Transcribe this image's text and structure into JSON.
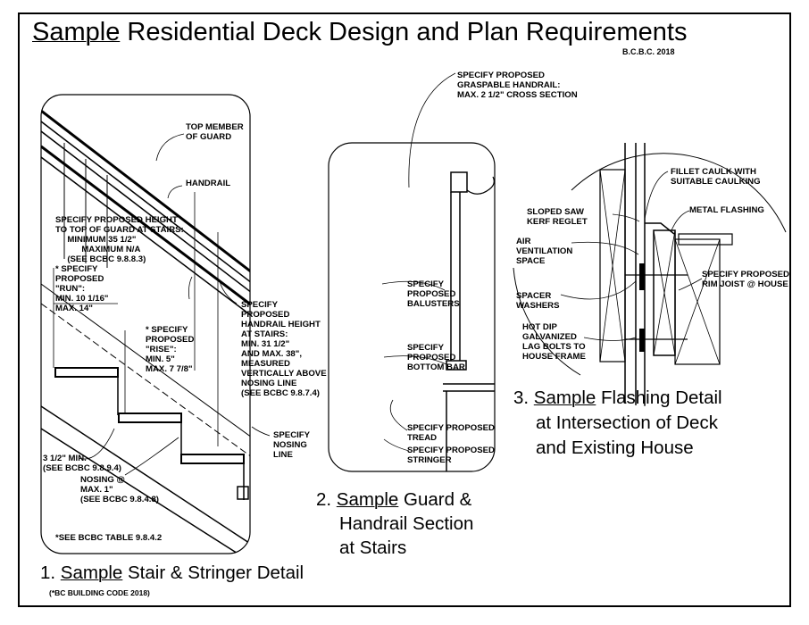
{
  "title": {
    "prefix": "Sample",
    "rest": " Residential Deck Design and Plan Requirements"
  },
  "code_ref": "B.C.B.C. 2018",
  "detail1": {
    "labels": {
      "top_member": "TOP MEMBER\nOF GUARD",
      "handrail": "HANDRAIL",
      "guard_height": "SPECIFY PROPOSED HEIGHT\nTO TOP OF GUARD AT STAIRS:\n     MINIMUM 35 1/2\"\n           MAXIMUM N/A\n     (SEE BCBC 9.8.8.3)",
      "run": "* SPECIFY\nPROPOSED\n\"RUN\":\nMIN. 10 1/16\"\nMAX. 14\"",
      "rise": "* SPECIFY\nPROPOSED\n\"RISE\":\nMIN. 5\"\nMAX. 7 7/8\"",
      "handrail_height": "SPECIFY\nPROPOSED\nHANDRAIL HEIGHT\nAT STAIRS:\nMIN. 31 1/2\"\nAND MAX. 38\",\nMEASURED\nVERTICALLY ABOVE\nNOSING LINE\n(SEE BCBC 9.8.7.4)",
      "nosing_line": "SPECIFY\nNOSING\nLINE",
      "min_3_5": "3 1/2\" MIN.\n(SEE BCBC 9.8.9.4)",
      "nosing": "NOSING @\nMAX. 1\"\n(SEE BCBC 9.8.4.8)",
      "table_ref": "*SEE BCBC TABLE 9.8.4.2"
    },
    "caption_number": "1. ",
    "caption_sample": "Sample",
    "caption_rest": " Stair & Stringer Detail",
    "footnote": "(*BC BUILDING CODE 2018)"
  },
  "detail2": {
    "labels": {
      "handrail": "SPECIFY PROPOSED\nGRASPABLE HANDRAIL:\nMAX. 2 1/2\" CROSS SECTION",
      "balusters": "SPECIFY\nPROPOSED\nBALUSTERS",
      "bottom_bar": "SPECIFY\nPROPOSED\nBOTTOM BAR",
      "tread": "SPECIFY PROPOSED\nTREAD",
      "stringer": "SPECIFY PROPOSED\nSTRINGER"
    },
    "caption_number": "2. ",
    "caption_sample": "Sample",
    "caption_line1_rest": " Guard &",
    "caption_line2": "Handrail Section",
    "caption_line3": "at Stairs"
  },
  "detail3": {
    "labels": {
      "fillet": "FILLET CAULK WITH\nSUITABLE CAULKING",
      "sloped_saw": "SLOPED SAW\nKERF REGLET",
      "metal_flashing": "METAL FLASHING",
      "air_vent": "AIR\nVENTILATION\nSPACE",
      "rim_joist": "SPECIFY PROPOSED\nRIM JOIST @ HOUSE",
      "spacer": "SPACER\nWASHERS",
      "lag_bolts": "HOT DIP\nGALVANIZED\nLAG BOLTS TO\nHOUSE FRAME"
    },
    "caption_number": "3. ",
    "caption_sample": "Sample",
    "caption_line1_rest": " Flashing Detail",
    "caption_line2": "at Intersection of Deck",
    "caption_line3": "and Existing House"
  }
}
